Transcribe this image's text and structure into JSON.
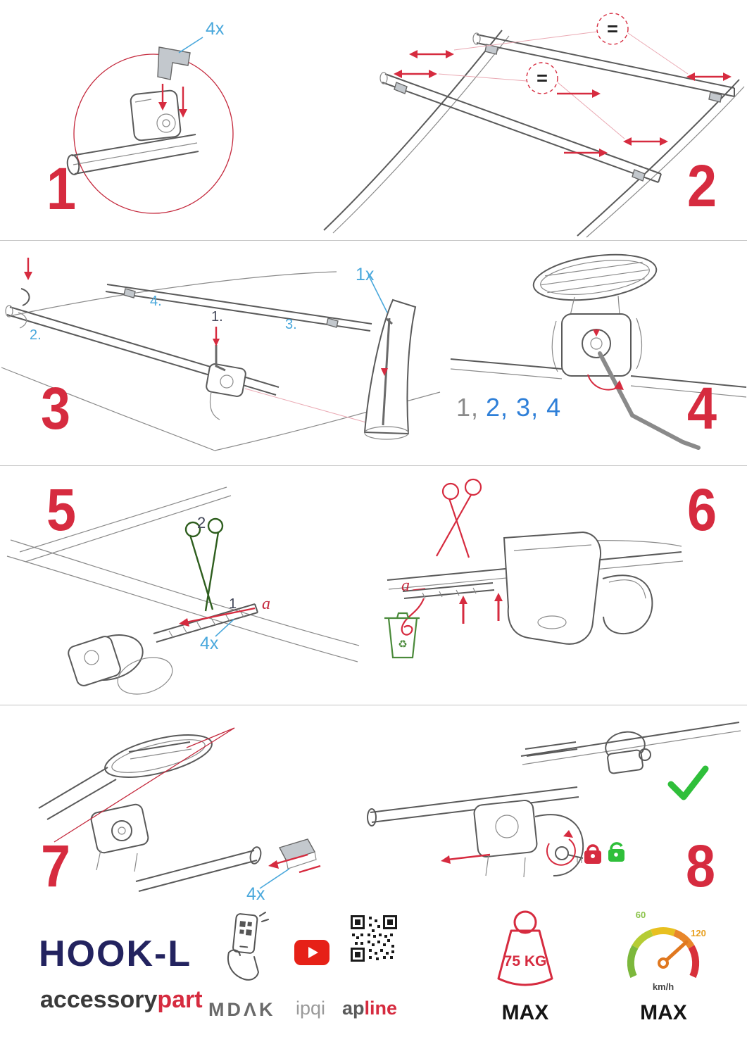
{
  "colors": {
    "accent_red": "#d62b3f",
    "label_blue": "#4aa8dc",
    "success_green": "#2fbf3a",
    "brand_navy": "#23235f",
    "line_gray": "#5a5a5a"
  },
  "steps": {
    "s1": {
      "number": "1",
      "qty": "4x"
    },
    "s2": {
      "number": "2",
      "equals": "="
    },
    "s3": {
      "number": "3",
      "qty": "1x",
      "sub1": "1.",
      "sub2": "2.",
      "sub3": "3.",
      "sub4": "4."
    },
    "s4": {
      "number": "4",
      "seq_done": "1,",
      "seq_todo": "2, 3, 4"
    },
    "s5": {
      "number": "5",
      "qty": "4x",
      "cut_mark": "2",
      "strip_mark": "1",
      "dim_label": "a"
    },
    "s6": {
      "number": "6",
      "dim_label": "a"
    },
    "s7": {
      "number": "7",
      "qty": "4x"
    },
    "s8": {
      "number": "8"
    }
  },
  "icons": {
    "recycle_symbol": "♻"
  },
  "footer": {
    "product": "HOOK-L",
    "brand_prefix": "accessory",
    "brand_suffix": "part",
    "logo_mdak": "MDΛK",
    "logo_ipqi": "ipqi",
    "logo_apline_prefix": "ap",
    "logo_apline_suffix": "line",
    "weight_value": "75 KG",
    "weight_max_label": "MAX",
    "speed_low": "60",
    "speed_high": "120",
    "speed_unit": "km/h",
    "speed_max_label": "MAX"
  }
}
